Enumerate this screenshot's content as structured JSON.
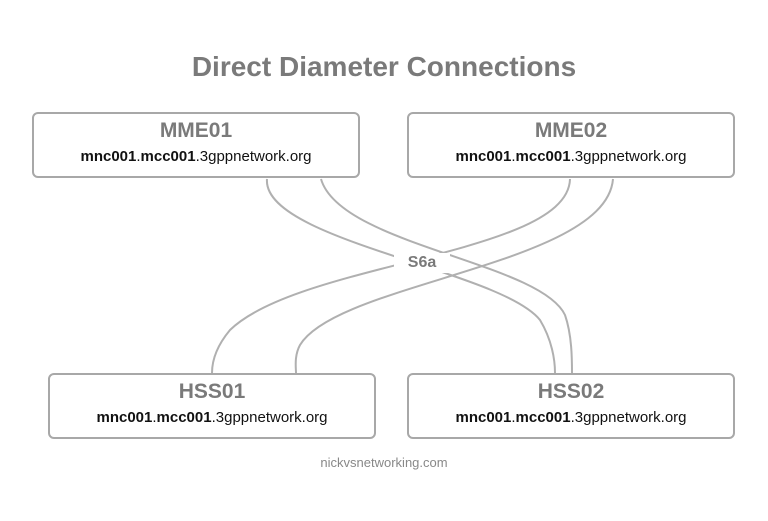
{
  "diagram": {
    "title": "Direct Diameter Connections",
    "interface_label": "S6a",
    "credit": "nickvsnetworking.com",
    "nodes": {
      "mme01": {
        "name": "MME01",
        "fqdn_mnc": "mnc001",
        "fqdn_dot1": ".",
        "fqdn_mcc": "mcc001",
        "fqdn_rest": ".3gppnetwork.org"
      },
      "mme02": {
        "name": "MME02",
        "fqdn_mnc": "mnc001",
        "fqdn_dot1": ".",
        "fqdn_mcc": "mcc001",
        "fqdn_rest": ".3gppnetwork.org"
      },
      "hss01": {
        "name": "HSS01",
        "fqdn_mnc": "mnc001",
        "fqdn_dot1": ".",
        "fqdn_mcc": "mcc001",
        "fqdn_rest": ".3gppnetwork.org"
      },
      "hss02": {
        "name": "HSS02",
        "fqdn_mnc": "mnc001",
        "fqdn_dot1": ".",
        "fqdn_mcc": "mcc001",
        "fqdn_rest": ".3gppnetwork.org"
      }
    },
    "connections": [
      {
        "from": "MME01",
        "to": "HSS02"
      },
      {
        "from": "MME01",
        "to": "HSS02"
      },
      {
        "from": "MME02",
        "to": "HSS01"
      },
      {
        "from": "MME02",
        "to": "HSS01"
      }
    ],
    "colors": {
      "title": "#7a7a7a",
      "node_border": "#a8a8a8",
      "link": "#b0b0b0"
    }
  }
}
